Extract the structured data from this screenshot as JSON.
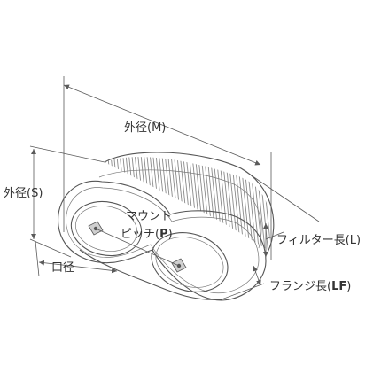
{
  "labels": {
    "outer_diameter_m": "外径(M)",
    "outer_diameter_s": "外径(S)",
    "mount_pitch_line1": "マウント",
    "mount_pitch_line2": "ピッチ(",
    "mount_pitch_letter": "P",
    "mount_pitch_close": ")",
    "filter_length": "フィルター長(L)",
    "flange_length_prefix": "フランジ長(",
    "flange_length_letter": "LF",
    "flange_length_close": ")",
    "port_diameter": "口径"
  },
  "colors": {
    "outline": "#555555",
    "dimension_line": "#5a5a5a",
    "pleat": "#8a8a8a",
    "text": "#333333"
  }
}
